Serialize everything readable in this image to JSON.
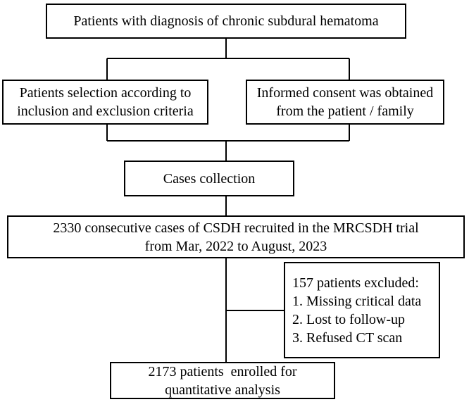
{
  "flowchart": {
    "diagnosis": "Patients with diagnosis of chronic subdural hematoma",
    "selection": [
      "Patients selection according to",
      "inclusion and exclusion criteria"
    ],
    "consent": [
      "Informed consent was obtained",
      "from the patient / family"
    ],
    "collection": "Cases collection",
    "recruited": [
      "2330 consecutive cases of CSDH recruited in the MRCSDH trial",
      "from Mar, 2022 to August, 2023"
    ],
    "excluded": {
      "heading": "157 patients excluded:",
      "reasons": [
        "1. Missing critical data",
        "2. Lost to follow-up",
        "3. Refused CT scan"
      ]
    },
    "enrolled": [
      "2173 patients  enrolled for",
      "quantitative analysis"
    ]
  }
}
